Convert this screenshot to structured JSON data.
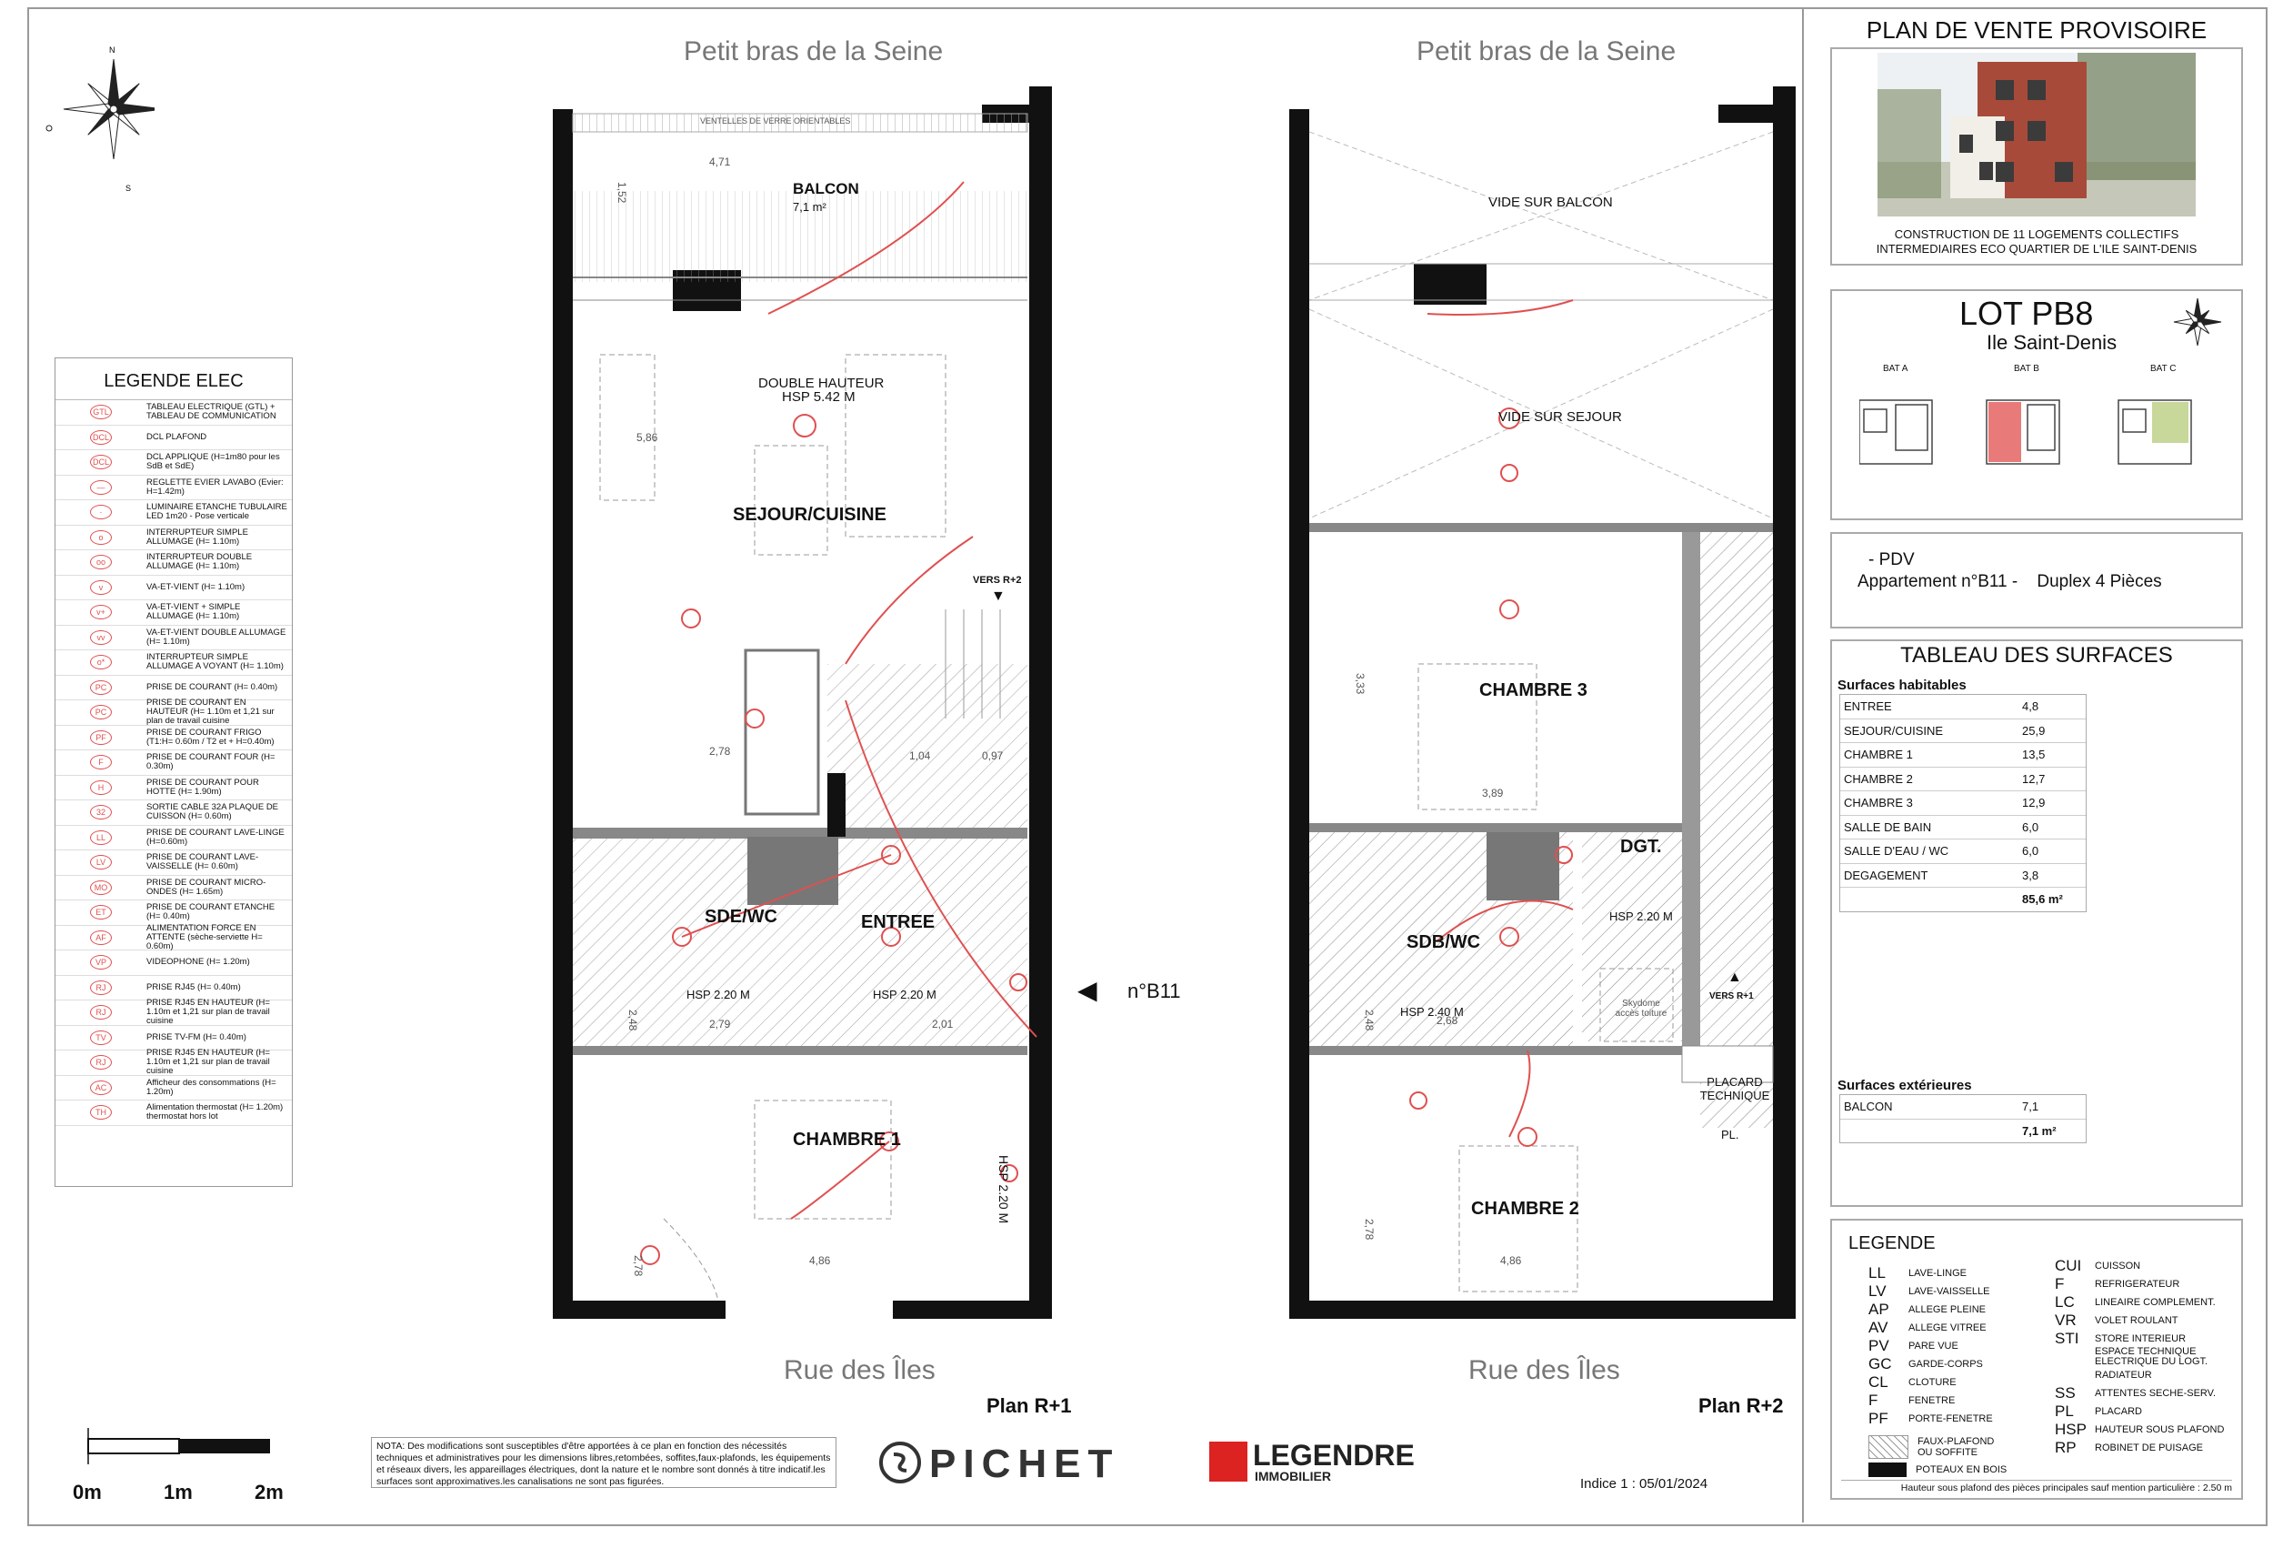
{
  "river_label_left": "Petit bras de la Seine",
  "river_label_right": "Petit bras de la Seine",
  "street_label_left": "Rue des Îles",
  "street_label_right": "Rue des Îles",
  "plan_r1": {
    "title": "Plan R+1",
    "rooms": {
      "balcon": "BALCON",
      "balcon_area": "7,1 m²",
      "double_hauteur": "DOUBLE HAUTEUR",
      "hsp_542": "HSP 5.42 M",
      "sejour": "SEJOUR/CUISINE",
      "vers_r2": "VERS R+2",
      "sde_wc": "SDE/WC",
      "entree": "ENTREE",
      "hsp_sde": "HSP 2.20 M",
      "hsp_entree": "HSP 2.20 M",
      "chambre1": "CHAMBRE 1",
      "hsp_ch1": "HSP 2.20 M",
      "appt_marker": "n°B11",
      "vents": "VENTELLES DE VERRE ORIENTABLES"
    },
    "dims": [
      "4,71",
      "1,52",
      "5,86",
      "2,78",
      "1,04",
      "0,97",
      "2,79",
      "2,01",
      "4,86",
      "2,78",
      "2,48"
    ]
  },
  "plan_r2": {
    "title": "Plan R+2",
    "rooms": {
      "vide_balcon": "VIDE SUR BALCON",
      "vide_sejour": "VIDE SUR SEJOUR",
      "chambre3": "CHAMBRE 3",
      "dgt": "DGT.",
      "hsp_dgt": "HSP 2.20 M",
      "sdb_wc": "SDB/WC",
      "hsp_sdb": "HSP 2.40 M",
      "skydome": "Skydome accès toiture",
      "vers_r1": "VERS R+1",
      "placard": "PLACARD TECHNIQUE",
      "pl": "PL.",
      "chambre2": "CHAMBRE 2"
    },
    "dims": [
      "3,33",
      "3,89",
      "2,68",
      "2,78",
      "4,86",
      "2,48"
    ]
  },
  "header": {
    "title": "PLAN DE VENTE PROVISOIRE",
    "caption_line1": "CONSTRUCTION DE 11 LOGEMENTS COLLECTIFS",
    "caption_line2": "INTERMEDIAIRES ECO QUARTIER DE L'ILE SAINT-DENIS"
  },
  "lot": {
    "title": "LOT PB8",
    "subtitle": "Ile Saint-Denis",
    "bats": [
      "BAT A",
      "BAT B",
      "BAT C"
    ]
  },
  "pdv": {
    "line1": "- PDV",
    "line2": "Appartement n°B11 -    Duplex 4 Pièces"
  },
  "surfaces": {
    "title": "TABLEAU DES SURFACES",
    "habitables_label": "Surfaces habitables",
    "habitables": [
      {
        "name": "ENTREE",
        "value": "4,8"
      },
      {
        "name": "SEJOUR/CUISINE",
        "value": "25,9"
      },
      {
        "name": "CHAMBRE 1",
        "value": "13,5"
      },
      {
        "name": "CHAMBRE 2",
        "value": "12,7"
      },
      {
        "name": "CHAMBRE 3",
        "value": "12,9"
      },
      {
        "name": "SALLE DE BAIN",
        "value": "6,0"
      },
      {
        "name": "SALLE D'EAU / WC",
        "value": "6,0"
      },
      {
        "name": "DEGAGEMENT",
        "value": "3,8"
      }
    ],
    "habitables_total": "85,6 m²",
    "exterieures_label": "Surfaces extérieures",
    "exterieures": [
      {
        "name": "BALCON",
        "value": "7,1"
      }
    ],
    "exterieures_total": "7,1 m²"
  },
  "legend": {
    "title": "LEGENDE",
    "left": [
      {
        "abbr": "LL",
        "desc": "LAVE-LINGE"
      },
      {
        "abbr": "LV",
        "desc": "LAVE-VAISSELLE"
      },
      {
        "abbr": "AP",
        "desc": "ALLEGE PLEINE"
      },
      {
        "abbr": "AV",
        "desc": "ALLEGE VITREE"
      },
      {
        "abbr": "PV",
        "desc": "PARE VUE"
      },
      {
        "abbr": "GC",
        "desc": "GARDE-CORPS"
      },
      {
        "abbr": "CL",
        "desc": "CLOTURE"
      },
      {
        "abbr": "F",
        "desc": "FENETRE"
      },
      {
        "abbr": "PF",
        "desc": "PORTE-FENETRE"
      }
    ],
    "hatch_desc": "FAUX-PLAFOND OU SOFFITE",
    "poteaux_desc": "POTEAUX EN BOIS",
    "right": [
      {
        "abbr": "CUI",
        "desc": "CUISSON"
      },
      {
        "abbr": "F",
        "desc": "REFRIGERATEUR"
      },
      {
        "abbr": "LC",
        "desc": "LINEAIRE COMPLEMENT."
      },
      {
        "abbr": "VR",
        "desc": "VOLET ROULANT"
      },
      {
        "abbr": "STI",
        "desc": "STORE INTERIEUR"
      },
      {
        "abbr": "",
        "desc": "ESPACE TECHNIQUE ELECTRIQUE DU LOGT."
      },
      {
        "abbr": "",
        "desc": "RADIATEUR"
      },
      {
        "abbr": "SS",
        "desc": "ATTENTES SECHE-SERV."
      },
      {
        "abbr": "PL",
        "desc": "PLACARD"
      },
      {
        "abbr": "HSP",
        "desc": "HAUTEUR SOUS PLAFOND"
      },
      {
        "abbr": "RP",
        "desc": "ROBINET DE PUISAGE"
      }
    ],
    "footnote": "Hauteur sous plafond des pièces principales sauf mention particulière : 2.50 m"
  },
  "legend_elec": {
    "title": "LEGENDE ELEC",
    "items": [
      {
        "sym": "GTL",
        "text": "TABLEAU ELECTRIQUE (GTL) + TABLEAU DE COMMUNICATION"
      },
      {
        "sym": "DCL",
        "text": "DCL PLAFOND"
      },
      {
        "sym": "DCL",
        "text": "DCL APPLIQUE (H=1m80 pour les SdB et SdE)"
      },
      {
        "sym": "—",
        "text": "REGLETTE EVIER LAVABO (Evier: H=1.42m)"
      },
      {
        "sym": "·",
        "text": "LUMINAIRE ETANCHE TUBULAIRE LED 1m20 - Pose verticale"
      },
      {
        "sym": "o",
        "text": "INTERRUPTEUR SIMPLE ALLUMAGE (H= 1.10m)"
      },
      {
        "sym": "oo",
        "text": "INTERRUPTEUR DOUBLE ALLUMAGE (H= 1.10m)"
      },
      {
        "sym": "v",
        "text": "VA-ET-VIENT (H= 1.10m)"
      },
      {
        "sym": "v+",
        "text": "VA-ET-VIENT + SIMPLE ALLUMAGE (H= 1.10m)"
      },
      {
        "sym": "vv",
        "text": "VA-ET-VIENT DOUBLE ALLUMAGE (H= 1.10m)"
      },
      {
        "sym": "o*",
        "text": "INTERRUPTEUR SIMPLE ALLUMAGE A VOYANT (H= 1.10m)"
      },
      {
        "sym": "PC",
        "text": "PRISE DE COURANT (H= 0.40m)"
      },
      {
        "sym": "PC",
        "text": "PRISE DE COURANT EN HAUTEUR (H= 1.10m et 1,21 sur plan de travail cuisine"
      },
      {
        "sym": "PF",
        "text": "PRISE DE COURANT FRIGO (T1:H= 0.60m / T2 et + H=0.40m)"
      },
      {
        "sym": "F",
        "text": "PRISE DE COURANT FOUR (H= 0.30m)"
      },
      {
        "sym": "H",
        "text": "PRISE DE COURANT POUR HOTTE (H= 1.90m)"
      },
      {
        "sym": "32",
        "text": "SORTIE CABLE 32A PLAQUE DE CUISSON (H= 0.60m)"
      },
      {
        "sym": "LL",
        "text": "PRISE DE COURANT LAVE-LINGE (H=0.60m)"
      },
      {
        "sym": "LV",
        "text": "PRISE DE COURANT LAVE-VAISSELLE (H= 0.60m)"
      },
      {
        "sym": "MO",
        "text": "PRISE DE COURANT MICRO-ONDES (H= 1.65m)"
      },
      {
        "sym": "ET",
        "text": "PRISE DE COURANT ETANCHE (H= 0.40m)"
      },
      {
        "sym": "AF",
        "text": "ALIMENTATION FORCE EN ATTENTE (sèche-serviette H= 0.60m)"
      },
      {
        "sym": "VP",
        "text": "VIDEOPHONE (H= 1.20m)"
      },
      {
        "sym": "RJ",
        "text": "PRISE RJ45 (H= 0.40m)"
      },
      {
        "sym": "RJ",
        "text": "PRISE RJ45 EN HAUTEUR (H= 1.10m et 1,21 sur plan de travail cuisine"
      },
      {
        "sym": "TV",
        "text": "PRISE TV-FM (H= 0.40m)"
      },
      {
        "sym": "RJ",
        "text": "PRISE RJ45 EN HAUTEUR (H= 1.10m et 1,21 sur plan de travail cuisine"
      },
      {
        "sym": "AC",
        "text": "Afficheur des consommations (H= 1.20m)"
      },
      {
        "sym": "TH",
        "text": "Alimentation thermostat (H= 1.20m) thermostat hors lot"
      }
    ]
  },
  "scale": {
    "labels": [
      "0m",
      "1m",
      "2m"
    ]
  },
  "note": "NOTA: Des modifications sont susceptibles d'être apportées à ce plan en fonction des nécessités techniques et administratives pour les dimensions libres,retombées, soffites,faux-plafonds, les équipements et réseaux divers, les appareillages électriques, dont la nature et le nombre sont donnés à titre indicatif.les surfaces sont approximatives.les canalisations ne sont pas figurées.",
  "brands": {
    "pichet": "PICHET",
    "legendre": "LEGENDRE",
    "legendre_sub": "IMMOBILIER"
  },
  "indice": "Indice 1 : 05/01/2024",
  "colors": {
    "electric": "#e05050",
    "wall": "#111111",
    "highlight": "#e87a7a"
  }
}
